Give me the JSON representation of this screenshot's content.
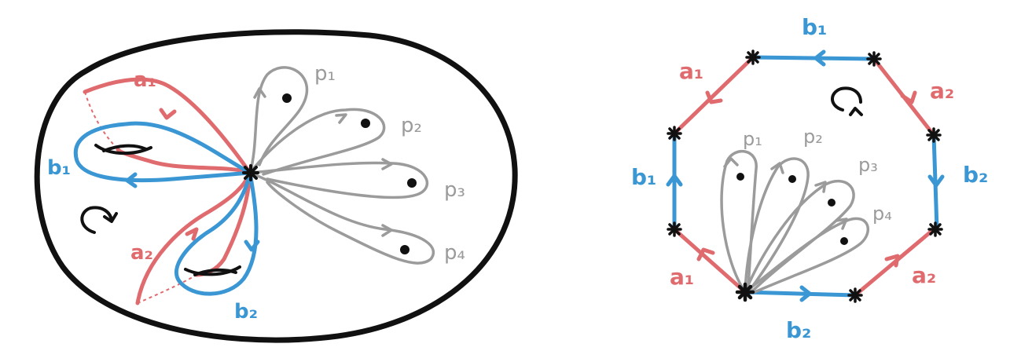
{
  "labels": {
    "left": {
      "a1": "a₁",
      "b1": "b₁",
      "a2": "a₂",
      "b2": "b₂",
      "p1": "p₁",
      "p2": "p₂",
      "p3": "p₃",
      "p4": "p₄"
    },
    "right": {
      "b1_top": "b₁",
      "a1_topleft": "a₁",
      "a2_topright": "a₂",
      "b1_left": "b₁",
      "b2_right": "b₂",
      "a1_bottomleft": "a₁",
      "a2_bottomright": "a₂",
      "b2_bottom": "b₂",
      "p1": "p₁",
      "p2": "p₂",
      "p3": "p₃",
      "p4": "p₄"
    }
  },
  "colors": {
    "a_curves": "#e06b6e",
    "b_curves": "#3a97d4",
    "punctures": "#9b9b9b",
    "outline": "#111111"
  }
}
